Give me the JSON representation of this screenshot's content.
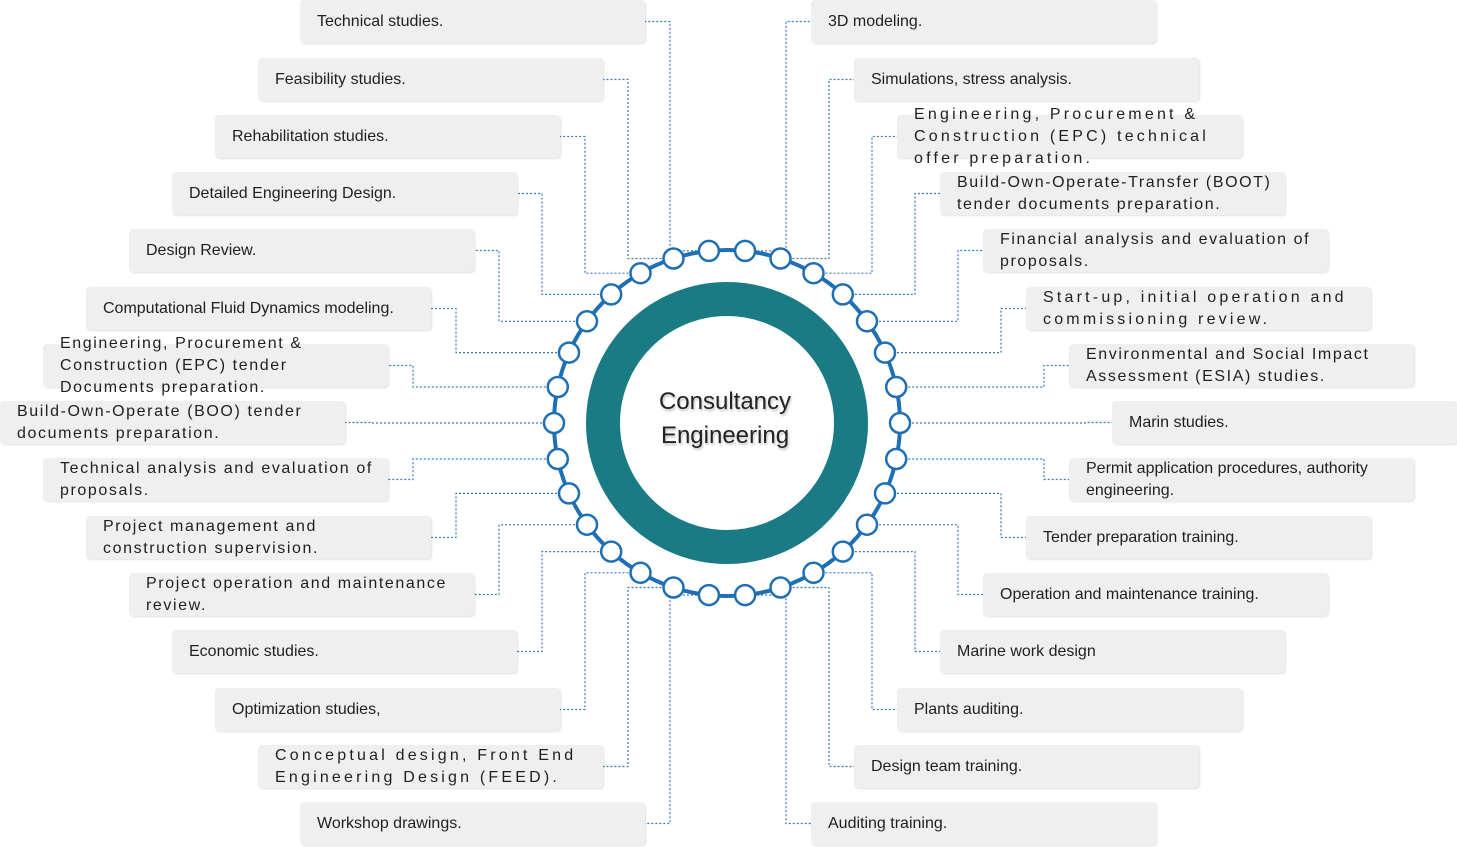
{
  "center": {
    "title_line1": "Consultancy",
    "title_line2": "Engineering"
  },
  "colors": {
    "ring": "#1a7b84",
    "bead_stroke": "#1f6fb4",
    "connector": "#3a78b5",
    "box_fill": "#efefef"
  },
  "items_left": [
    "Technical studies.",
    "Feasibility studies.",
    "Rehabilitation studies.",
    "Detailed Engineering Design.",
    "Design Review.",
    "Computational Fluid Dynamics modeling.",
    "Engineering, Procurement & Construction (EPC) tender Documents preparation.",
    "Build-Own-Operate (BOO) tender documents preparation.",
    "Technical analysis and evaluation of proposals.",
    "Project management and construction supervision.",
    "Project operation and maintenance review.",
    "Economic studies.",
    "Optimization studies,",
    "Conceptual design, Front End Engineering Design (FEED).",
    "Workshop drawings."
  ],
  "items_right": [
    "3D modeling.",
    "Simulations, stress analysis.",
    "Engineering, Procurement & Construction (EPC) technical offer preparation.",
    "Build-Own-Operate-Transfer (BOOT) tender documents preparation.",
    "Financial analysis and evaluation of proposals.",
    "Start-up, initial operation and commissioning review.",
    "Environmental and Social Impact Assessment (ESIA) studies.",
    "Marin studies.",
    "Permit application procedures, authority engineering.",
    "Tender preparation training.",
    "Operation and maintenance training.",
    "Marine work design",
    "Plants auditing.",
    "Design team training.",
    "Auditing training."
  ]
}
